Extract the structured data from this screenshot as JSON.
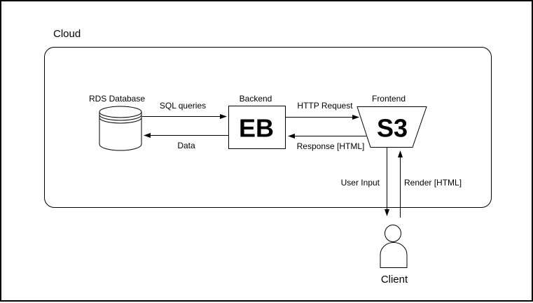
{
  "diagram": {
    "container": {
      "label": "Cloud"
    },
    "nodes": {
      "rds": {
        "label": "RDS Database",
        "shape": "database-cylinder"
      },
      "eb": {
        "label": "Backend",
        "abbrev": "EB",
        "shape": "rectangle"
      },
      "s3": {
        "label": "Frontend",
        "abbrev": "S3",
        "shape": "inverted-trapezoid"
      },
      "client": {
        "label": "Client",
        "shape": "person"
      }
    },
    "edges": {
      "sql_queries": {
        "label": "SQL queries",
        "from": "RDS Database",
        "to": "EB",
        "direction": "right"
      },
      "data": {
        "label": "Data",
        "from": "EB",
        "to": "RDS Database",
        "direction": "left"
      },
      "http_request": {
        "label": "HTTP Request",
        "from": "EB",
        "to": "S3",
        "direction": "right"
      },
      "response_html": {
        "label": "Response [HTML]",
        "from": "S3",
        "to": "EB",
        "direction": "left"
      },
      "user_input": {
        "label": "User Input",
        "from": "S3",
        "to": "Client",
        "direction": "down"
      },
      "render_html": {
        "label": "Render [HTML]",
        "from": "Client",
        "to": "S3",
        "direction": "up"
      }
    },
    "colors": {
      "stroke": "#000000",
      "text": "#000000",
      "background": "#ffffff"
    }
  }
}
